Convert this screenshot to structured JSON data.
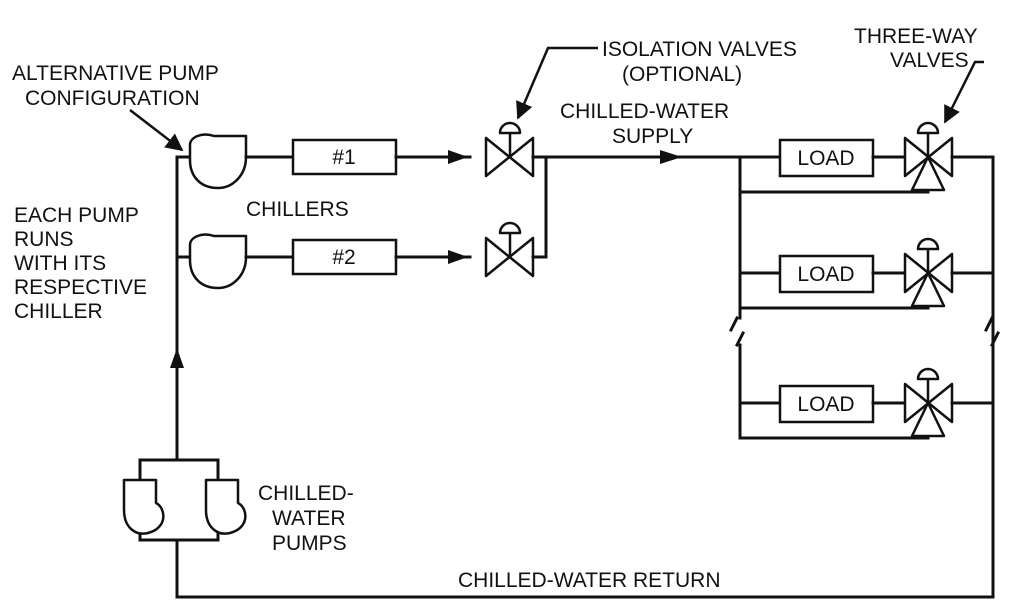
{
  "labels": {
    "alt_pump_line1": "ALTERNATIVE PUMP",
    "alt_pump_line2": "CONFIGURATION",
    "each_pump_1": "EACH PUMP",
    "each_pump_2": "RUNS",
    "each_pump_3": "WITH ITS",
    "each_pump_4": "RESPECTIVE",
    "each_pump_5": "CHILLER",
    "chillers": "CHILLERS",
    "isolation_1": "ISOLATION VALVES",
    "isolation_2": "(OPTIONAL)",
    "supply_1": "CHILLED-WATER",
    "supply_2": "SUPPLY",
    "three_way_1": "THREE-WAY",
    "three_way_2": "VALVES",
    "pumps_1": "CHILLED-",
    "pumps_2": "WATER",
    "pumps_3": "PUMPS",
    "return": "CHILLED-WATER RETURN"
  },
  "chillers": [
    "#1",
    "#2"
  ],
  "loads": [
    "LOAD",
    "LOAD",
    "LOAD"
  ]
}
